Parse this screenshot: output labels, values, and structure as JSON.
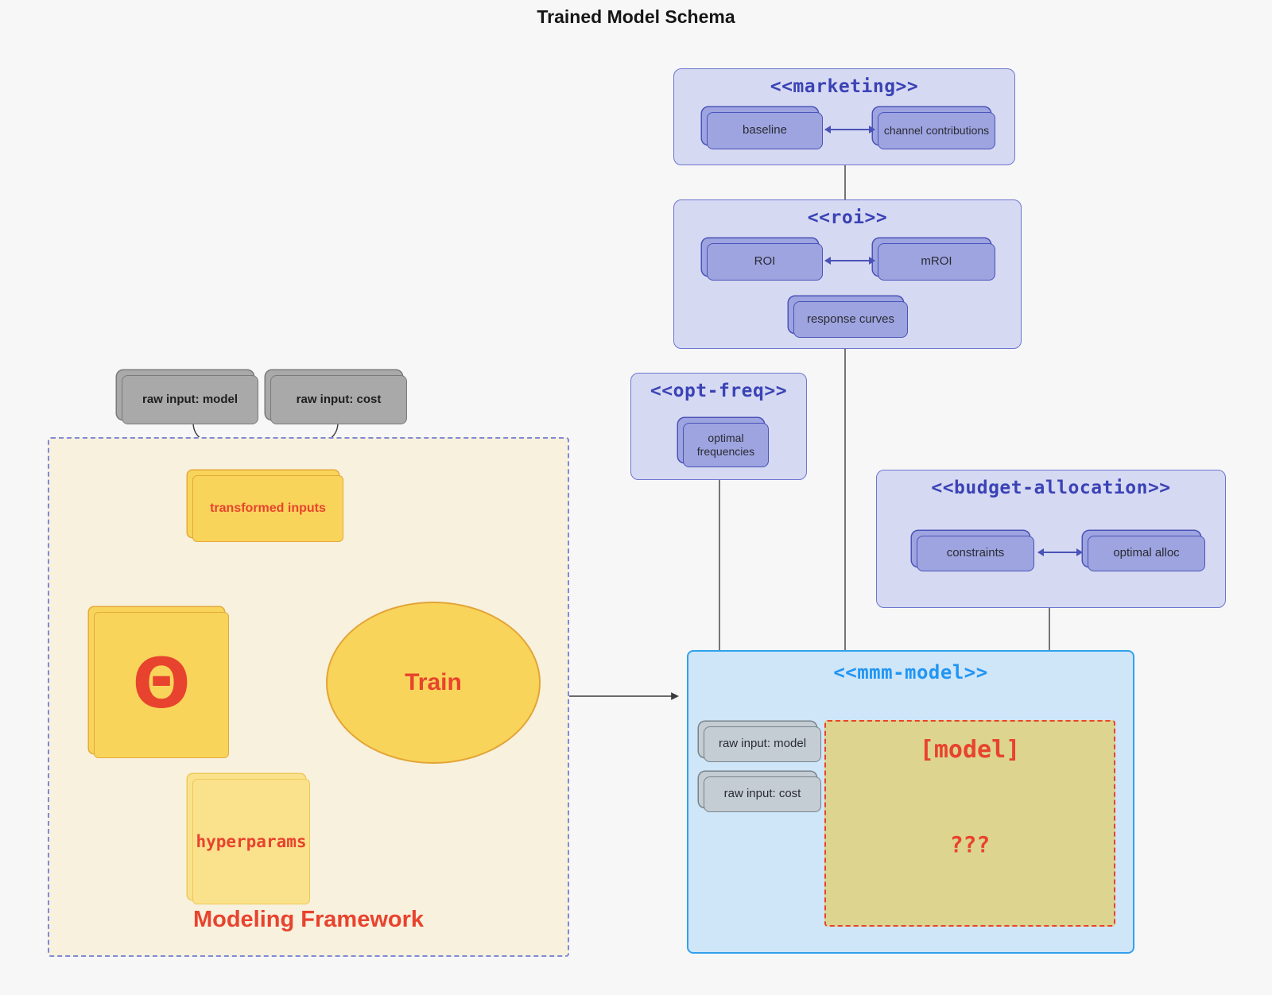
{
  "title": "Trained Model Schema",
  "raw_inputs": {
    "model": "raw input: model",
    "cost": "raw input: cost"
  },
  "framework": {
    "label": "Modeling Framework",
    "transformed_inputs": "transformed inputs",
    "theta": "Θ",
    "train": "Train",
    "hyperparams": "hyperparams"
  },
  "marketing": {
    "title": "<<marketing>>",
    "baseline": "baseline",
    "channel_contributions": "channel contributions"
  },
  "roi": {
    "title": "<<roi>>",
    "roi": "ROI",
    "mroi": "mROI",
    "response_curves": "response curves"
  },
  "opt_freq": {
    "title": "<<opt-freq>>",
    "optimal_frequencies": "optimal frequencies"
  },
  "budget_allocation": {
    "title": "<<budget-allocation>>",
    "constraints": "constraints",
    "optimal_alloc": "optimal alloc"
  },
  "mmm_model": {
    "title": "<<mmm-model>>",
    "raw_input_model": "raw input: model",
    "raw_input_cost": "raw input: cost",
    "model_label": "[model]",
    "model_unknown": "???"
  },
  "colors": {
    "background": "#F7F7F8",
    "purple_group_fill": "#D6D9F2",
    "purple_group_border": "#6D76CF",
    "purple_card_fill": "#9DA4E0",
    "purple_card_border": "#4A53B8",
    "purple_title": "#3A43B5",
    "blue_group_fill": "#CFE5F8",
    "blue_group_border": "#33A1EC",
    "blue_title": "#2196F3",
    "yellow_fill": "#F9D45A",
    "yellow_border": "#E5A93C",
    "light_yellow_fill": "#FAE28D",
    "khaki_fill": "#DCD48F",
    "red_accent": "#E8432E",
    "gray_card_fill": "#A9A9A9",
    "bluegray_card_fill": "#C4CDD4",
    "cream_fill": "#F8F1DD",
    "dark_line": "#3C3C3C"
  }
}
